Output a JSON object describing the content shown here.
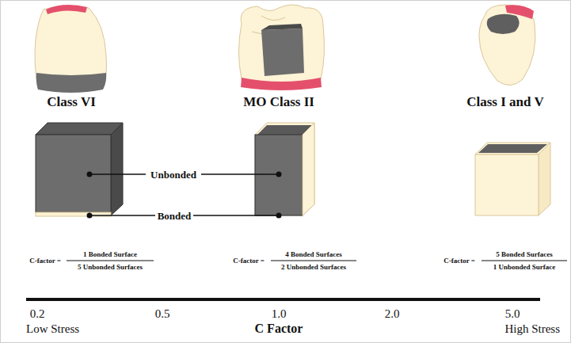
{
  "diagram": {
    "labels": [
      "Class VI",
      "MO Class II",
      "Class I and V",
      "Unbonded",
      "Bonded",
      "C-factor =",
      "1 Bonded Surface",
      "5 Unbonded Surfaces",
      "C-factor =",
      "4 Bonded Surfaces",
      "2 Unbonded Surfaces",
      "C-factor =",
      "5 Bonded Surfaces",
      "1 Unbonded Surface",
      "0.2",
      "0.5",
      "1.0",
      "2.0",
      "5.0",
      "Low Stress",
      "C Factor",
      "High Stress"
    ]
  }
}
